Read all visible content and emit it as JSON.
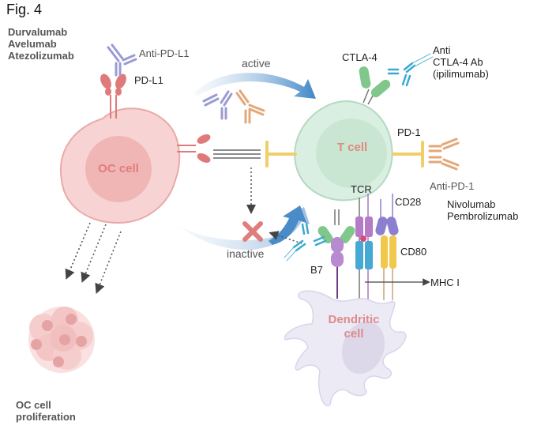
{
  "figure": {
    "title": "Fig. 4"
  },
  "cells": {
    "oc_cell": "OC cell",
    "t_cell": "T cell",
    "dendritic_cell_line1": "Dendritic",
    "dendritic_cell_line2": "cell"
  },
  "labels": {
    "pd_l1_drugs": [
      "Durvalumab",
      "Avelumab",
      "Atezolizumab"
    ],
    "anti_pd_l1": "Anti-PD-L1",
    "pd_l1": "PD-L1",
    "active": "active",
    "inactive": "inactive",
    "ctla4": "CTLA-4",
    "anti_ctla4": [
      "Anti",
      "CTLA-4 Ab",
      "(ipilimumab)"
    ],
    "pd1": "PD-1",
    "anti_pd1": "Anti-PD-1",
    "pd1_drugs": [
      "Nivolumab",
      "Pembrolizumab"
    ],
    "tcr": "TCR",
    "cd28": "CD28",
    "cd80": "CD80",
    "b7": "B7",
    "mhc1": "MHC I",
    "proliferation": [
      "OC cell",
      "proliferation"
    ]
  },
  "colors": {
    "oc_cell": "#f6c6c6",
    "oc_nucleus": "#eeaaaa",
    "oc_text": "#e07c7c",
    "t_cell": "#d9efe1",
    "t_nucleus": "#c9e6d3",
    "dendritic": "#eceaf5",
    "pd_l1": "#e07a7a",
    "anti_pd_l1": "#9b9bd4",
    "anti_pd1": "#e3a878",
    "pd1": "#f0cf6a",
    "ctla4": "#7fc78a",
    "anti_ctla4": "#3aa9d4",
    "tcr_top": "#b57bc7",
    "tcr_bottom": "#45a9d3",
    "cd28": "#8b7fcf",
    "cd80": "#f1c84b",
    "b7": "#b88bd1",
    "arrow_blue": "#4a8cc7",
    "x_mark": "#e07d7d"
  }
}
